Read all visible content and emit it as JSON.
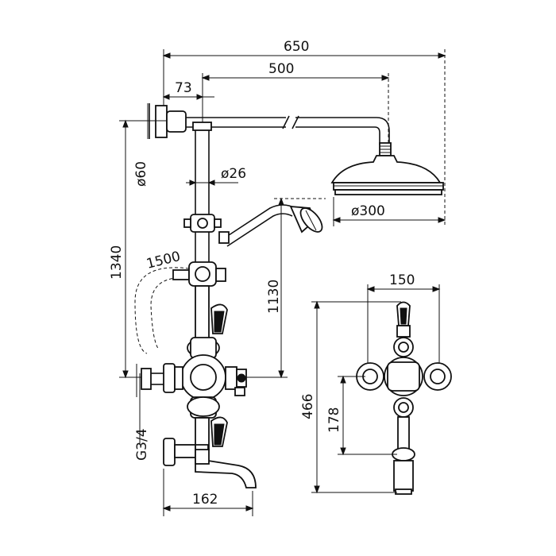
{
  "dimensions": {
    "total_width": "650",
    "arm_length": "500",
    "offset": "73",
    "wall_flange_diameter": "ø60",
    "riser_diameter": "ø26",
    "head_diameter": "ø300",
    "total_height": "1340",
    "hose_length": "1500",
    "head_height": "1130",
    "inlet_thread": "G3/4",
    "spout_projection": "162",
    "control_spacing": "150",
    "valve_height": "466",
    "handle_spacing": "178"
  }
}
